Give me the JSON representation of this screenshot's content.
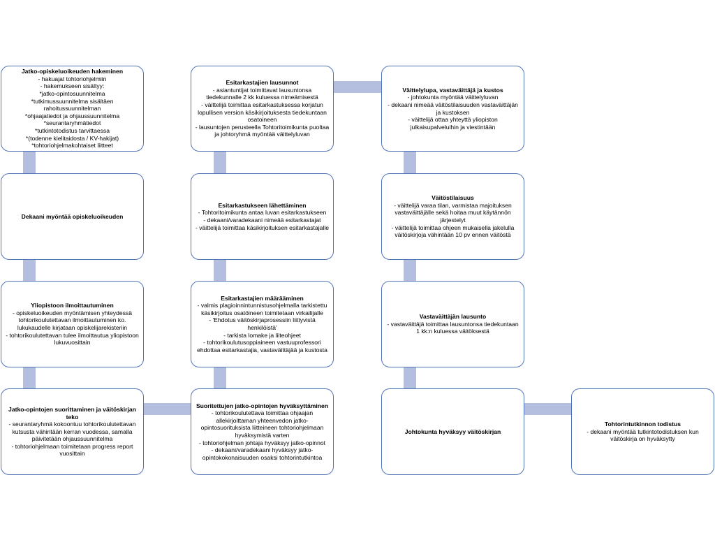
{
  "boxes": {
    "b1": {
      "title": "Jatko-opiskeluoikeuden hakeminen",
      "lines": [
        "- hakuajat tohtoriohjelmiin",
        "- hakemukseen sisältyy:",
        "*jatko-opintosuunnitelma",
        "*tutkimussuunnitelma sisältäen rahoitussuunnitelman",
        "*ohjaajatiedot ja ohjaussuunnitelma",
        "*seurantaryhmätiedot",
        "*tutkintotodistus tarvittaessa",
        "*(todenne kielitaidosta / KV-hakijat)",
        "*tohtoriohjelmakohtaiset liitteet"
      ]
    },
    "b2": {
      "title": "Dekaani myöntää opiskeluoikeuden",
      "lines": []
    },
    "b3": {
      "title": "Yliopistoon ilmoittautuminen",
      "lines": [
        "- opiskeluoikeuden myöntämisen yhteydessä tohtorikoulutettavan ilmoittautuminen ko. lukukaudelle kirjataan opiskelijarekisteriin",
        "- tohtorikoulutettavan tulee ilmoittautua yliopistoon lukuvuosittain"
      ]
    },
    "b4": {
      "title": "Jatko-opintojen suorittaminen ja väitöskirjan teko",
      "lines": [
        "- seurantaryhmä kokoontuu tohtorikoulutettavan kutsusta vähintään kerran vuodessa, samalla päivitetään ohjaussuunnitelma",
        "- tohtoriohjelmaan toimitetaan progress report vuosittain"
      ]
    },
    "b5": {
      "title": "Esitarkastajien lausunnot",
      "lines": [
        "- asiantuntijat toimittavat lausuntonsa tiedekunnalle 2 kk kuluessa nimeämisestä",
        "- väittelijä toimittaa esitarkastuksessa korjatun lopullisen version käsikirjoituksesta tiedekuntaan osatoineen",
        "- lausuntojen perusteella Tohtoritoimikunta puoltaa ja johtoryhmä myöntää väittelyluvan"
      ]
    },
    "b6": {
      "title": "Esitarkastukseen lähettäminen",
      "lines": [
        "- Tohtoritoimikunta antaa luvan esitarkastukseen",
        "- dekaani/varadekaani nimeää esitarkastajat",
        "- väittelijä toimittaa käsikirjoituksen esitarkastajalle"
      ]
    },
    "b7": {
      "title": "Esitarkastajien määrääminen",
      "lines": [
        "- valmis plagioinnintunnistusohjelmalla tarkistettu käsikirjoitus osatöineen toimitetaan virkailijalle",
        "- 'Ehdotus väitöskirjaprosessiin liittyvistä henkilöistä'",
        "- tarkista lomake ja liiteohjeet",
        "- tohtorikoulutusoppiaineen vastuuprofessori ehdottaa esitarkastajia, vastaväittäjää ja kustosta"
      ]
    },
    "b8": {
      "title": "Suoritettujen jatko-opintojen hyväksyttäminen",
      "lines": [
        "- tohtorikoulutettava toimittaa ohjaajan allekirjoittaman yhteenvedon jatko-opintosuorituksista liitteineen tohtoriohjelmaan hyväksymistä varten",
        "- tohtoriohjelman johtaja hyväksyy jatko-opinnot",
        "- dekaani/varadekaani hyväksyy jatko-opintokokonaisuuden osaksi tohtorintutkintoa"
      ]
    },
    "b9": {
      "title": "Väittelylupa, vastaväittäjä ja kustos",
      "lines": [
        "- johtokunta myöntää väittelyluvan",
        "- dekaani nimeää väitöstilaisuuden vastaväittäjän ja kustoksen",
        "- väittelijä ottaa yhteyttä yliopiston julkaisupalveluihin ja viestintään"
      ]
    },
    "b10": {
      "title": "Väitöstilaisuus",
      "lines": [
        "- väittelijä varaa tilan, varmistaa majoituksen vastaväittäjälle sekä hoitaa muut käytännön järjestelyt",
        "- väittelijä toimittaa ohjeen mukaisella jakelulla väitöskirjoja vähintään 10 pv ennen väitöstä"
      ]
    },
    "b11": {
      "title": "Vastaväittäjän lausunto",
      "lines": [
        "- vastaväittäjä toimittaa lausuntonsa tiedekuntaan 1 kk:n kuluessa väitöksestä"
      ]
    },
    "b12": {
      "title": "Johtokunta hyväksyy väitöskirjan",
      "lines": []
    },
    "b13": {
      "title": "Tohtorintutkinnon todistus",
      "lines": [
        "- dekaani myöntää tutkintotodistuksen kun väitöskirja on hyväksytty"
      ]
    }
  },
  "colors": {
    "border": "#4f73b8",
    "connector": "#b4bfe0"
  }
}
